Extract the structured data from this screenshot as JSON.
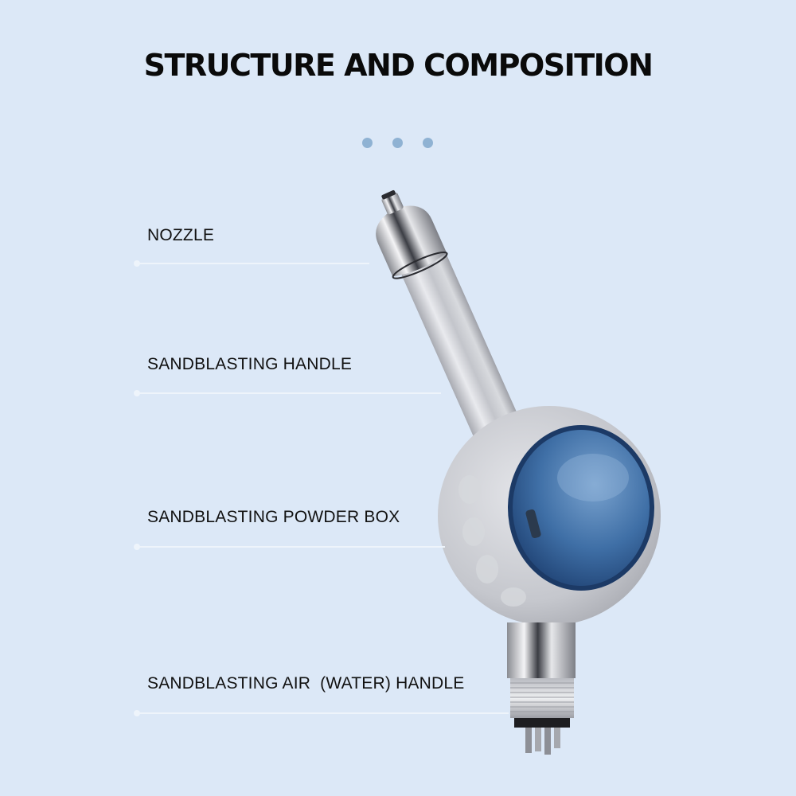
{
  "header": {
    "title": "STRUCTURE AND COMPOSITION",
    "dots": [
      {
        "color": "#8fb2d3"
      },
      {
        "color": "#8fb2d3"
      },
      {
        "color": "#8fb2d3"
      }
    ]
  },
  "labels": [
    {
      "text": "NOZZLE"
    },
    {
      "text": "SANDBLASTING HANDLE"
    },
    {
      "text": "SANDBLASTING POWDER BOX"
    },
    {
      "text": "SANDBLASTING AIR  (WATER) HANDLE"
    }
  ],
  "colors": {
    "background": "#dce8f7",
    "title": "#0a0a0a",
    "dot": "#8fb2d3",
    "leader_line": "#eef4fb",
    "metal": "#c9cbd1",
    "powder_window": "#2f5f9a"
  }
}
